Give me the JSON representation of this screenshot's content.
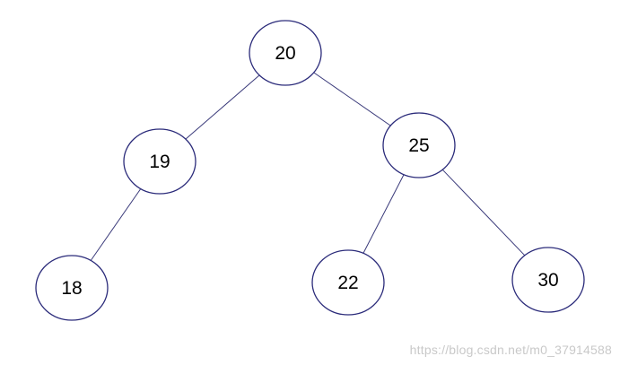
{
  "diagram": {
    "type": "binary-tree",
    "node_stroke_color": "#2b2b7a",
    "edge_color": "#3a3a7a",
    "nodes": [
      {
        "id": "n20",
        "label": "20"
      },
      {
        "id": "n19",
        "label": "19"
      },
      {
        "id": "n25",
        "label": "25"
      },
      {
        "id": "n18",
        "label": "18"
      },
      {
        "id": "n22",
        "label": "22"
      },
      {
        "id": "n30",
        "label": "30"
      }
    ],
    "edges": [
      {
        "from": "n20",
        "to": "n19"
      },
      {
        "from": "n20",
        "to": "n25"
      },
      {
        "from": "n19",
        "to": "n18"
      },
      {
        "from": "n25",
        "to": "n22"
      },
      {
        "from": "n25",
        "to": "n30"
      }
    ]
  },
  "watermark": {
    "text": "https://blog.csdn.net/m0_37914588"
  }
}
